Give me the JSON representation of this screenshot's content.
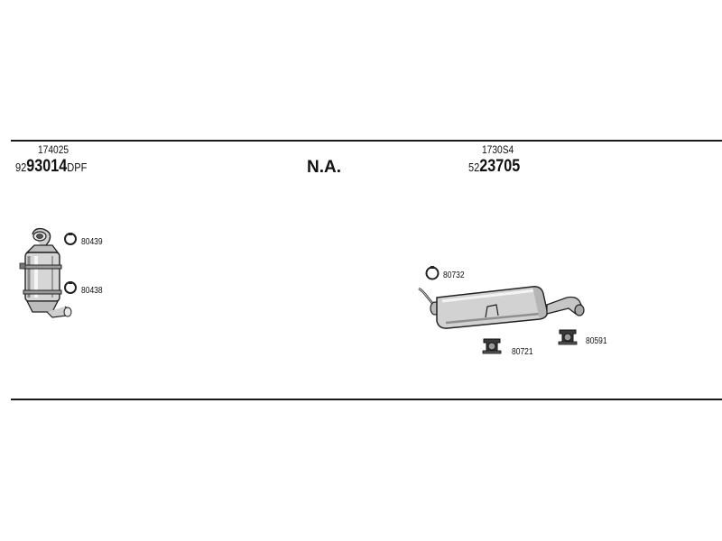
{
  "left_group": {
    "sub_number": "174025",
    "main_prefix": "92",
    "main_core": "93014",
    "main_suffix": "DPF",
    "clamp_top_label": "80439",
    "clamp_bottom_label": "80438"
  },
  "middle_group": {
    "label": "N.A."
  },
  "right_group": {
    "sub_number": "1730S4",
    "main_prefix": "52",
    "main_core": "23705",
    "clamp_label": "80732",
    "mount_left_label": "80721",
    "mount_right_label": "80591"
  }
}
